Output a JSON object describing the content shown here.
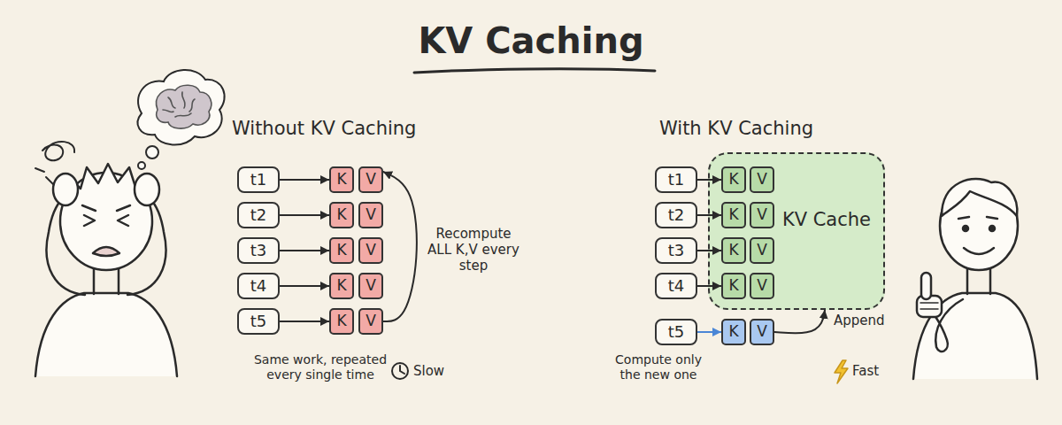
{
  "diagram": {
    "title": "KV Caching",
    "nodes": [
      {
        "text": [
          "t1"
        ]
      },
      {
        "text": [
          "K"
        ]
      },
      {
        "text": [
          "V"
        ]
      },
      {
        "text": [
          "t2"
        ]
      },
      {
        "text": [
          "K"
        ]
      },
      {
        "text": [
          "V"
        ]
      },
      {
        "text": [
          "t3"
        ]
      },
      {
        "text": [
          "K"
        ]
      },
      {
        "text": [
          "V"
        ]
      },
      {
        "text": [
          "t4"
        ]
      },
      {
        "text": [
          "K"
        ]
      },
      {
        "text": [
          "V"
        ]
      },
      {
        "text": [
          "t5"
        ]
      },
      {
        "text": [
          "K"
        ]
      },
      {
        "text": [
          "V"
        ]
      },
      {
        "text": [
          "KV Cache"
        ]
      },
      {
        "text": [
          "t1"
        ]
      },
      {
        "text": [
          "K"
        ],
        "in": 15
      },
      {
        "text": [
          "V"
        ],
        "in": 15
      },
      {
        "text": [
          "t2"
        ]
      },
      {
        "text": [
          "K"
        ],
        "in": 15
      },
      {
        "text": [
          "V"
        ],
        "in": 15
      },
      {
        "text": [
          "t3"
        ]
      },
      {
        "text": [
          "K"
        ],
        "in": 15
      },
      {
        "text": [
          "V"
        ],
        "in": 15
      },
      {
        "text": [
          "t4"
        ]
      },
      {
        "text": [
          "K"
        ],
        "in": 15
      },
      {
        "text": [
          "V"
        ],
        "in": 15
      },
      {
        "text": [
          "t5"
        ]
      },
      {
        "text": [
          "K"
        ]
      },
      {
        "text": [
          "V"
        ]
      }
    ],
    "edges": [
      {
        "from": 0,
        "to": 1,
        "arrow": "to"
      },
      {
        "from": 3,
        "to": 4,
        "arrow": "to"
      },
      {
        "from": 6,
        "to": 7,
        "arrow": "to"
      },
      {
        "from": 9,
        "to": 10,
        "arrow": "to"
      },
      {
        "from": 12,
        "to": 13,
        "arrow": "to"
      },
      {
        "from": 14,
        "to": 2,
        "label": "Recompute ALL K,V every step",
        "arrow": "to"
      },
      {
        "from": 16,
        "to": 17,
        "arrow": "to"
      },
      {
        "from": 19,
        "to": 20,
        "arrow": "to"
      },
      {
        "from": 22,
        "to": 23,
        "arrow": "to"
      },
      {
        "from": 25,
        "to": 26,
        "arrow": "to"
      },
      {
        "from": 28,
        "to": 29,
        "arrow": "to"
      },
      {
        "from": 30,
        "to": 15,
        "label": "Append",
        "arrow": "to"
      }
    ],
    "labels": [
      "Without KV Caching",
      "With KV Caching",
      "Same work, repeated every single time",
      "Slow",
      "Compute only the new one",
      "Fast"
    ]
  }
}
